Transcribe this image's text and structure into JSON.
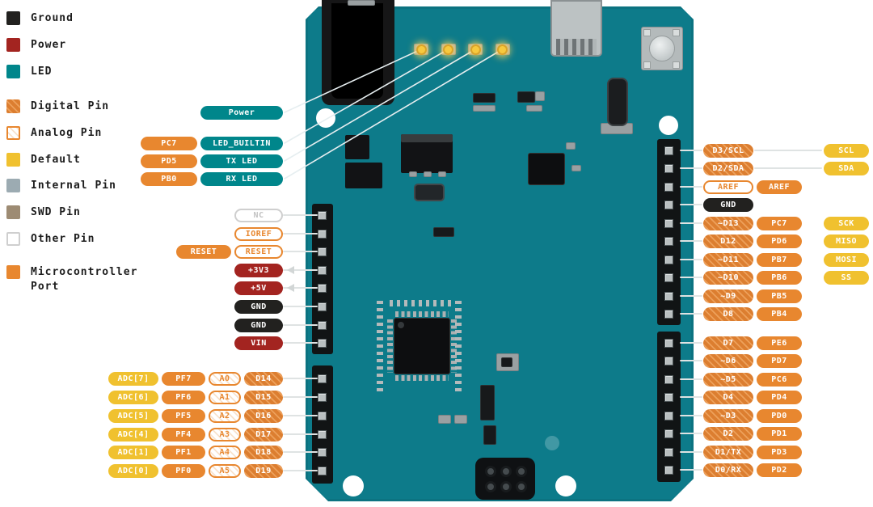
{
  "colors": {
    "board_teal": "#0d7b8a",
    "ground": "#22211f",
    "power": "#a32420",
    "led": "#00868b",
    "digital_orange": "#dc7e30",
    "mcu_port_orange": "#e8872f",
    "default_yellow": "#f0c12f",
    "internal_gray": "#9cabb2",
    "swd_brown": "#9d8b73",
    "leader_line": "#dfe3e3"
  },
  "legend": {
    "items": [
      {
        "label": "Ground",
        "type": "ground"
      },
      {
        "label": "Power",
        "type": "power"
      },
      {
        "label": "LED",
        "type": "led"
      },
      {
        "label": "Digital Pin",
        "type": "digital"
      },
      {
        "label": "Analog Pin",
        "type": "analog"
      },
      {
        "label": "Default",
        "type": "default"
      },
      {
        "label": "Internal Pin",
        "type": "internal"
      },
      {
        "label": "SWD Pin",
        "type": "swd"
      },
      {
        "label": "Other Pin",
        "type": "other"
      },
      {
        "label": "Microcontroller Port",
        "type": "mcu"
      }
    ]
  },
  "pin_groups": {
    "left_top": {
      "rows": [
        {
          "cells": [
            {
              "text": "Power",
              "type": "led"
            }
          ]
        },
        {
          "cells": [
            {
              "text": "PC7",
              "type": "mcu"
            },
            {
              "text": "LED_BUILTIN",
              "type": "led"
            }
          ]
        },
        {
          "cells": [
            {
              "text": "PD5",
              "type": "mcu"
            },
            {
              "text": "TX LED",
              "type": "led"
            }
          ]
        },
        {
          "cells": [
            {
              "text": "PB0",
              "type": "mcu"
            },
            {
              "text": "RX LED",
              "type": "led"
            }
          ]
        }
      ]
    },
    "left_mid": {
      "rows": [
        {
          "cells": [
            {
              "text": "NC",
              "type": "nc"
            }
          ]
        },
        {
          "cells": [
            {
              "text": "IOREF",
              "type": "outline"
            }
          ]
        },
        {
          "cells": [
            {
              "text": "RESET",
              "type": "mcu"
            },
            {
              "text": "RESET",
              "type": "outline"
            }
          ]
        },
        {
          "cells": [
            {
              "text": "+3V3",
              "type": "power"
            }
          ]
        },
        {
          "cells": [
            {
              "text": "+5V",
              "type": "power"
            }
          ]
        },
        {
          "cells": [
            {
              "text": "GND",
              "type": "ground"
            }
          ]
        },
        {
          "cells": [
            {
              "text": "GND",
              "type": "ground"
            }
          ]
        },
        {
          "cells": [
            {
              "text": "VIN",
              "type": "power"
            }
          ]
        }
      ]
    },
    "left_adc": {
      "rows": [
        {
          "cells": [
            {
              "text": "ADC[7]",
              "type": "default"
            },
            {
              "text": "PF7",
              "type": "mcu"
            },
            {
              "text": "A0",
              "type": "analog"
            },
            {
              "text": "D14",
              "type": "digital"
            }
          ]
        },
        {
          "cells": [
            {
              "text": "ADC[6]",
              "type": "default"
            },
            {
              "text": "PF6",
              "type": "mcu"
            },
            {
              "text": "A1",
              "type": "analog"
            },
            {
              "text": "D15",
              "type": "digital"
            }
          ]
        },
        {
          "cells": [
            {
              "text": "ADC[5]",
              "type": "default"
            },
            {
              "text": "PF5",
              "type": "mcu"
            },
            {
              "text": "A2",
              "type": "analog"
            },
            {
              "text": "D16",
              "type": "digital"
            }
          ]
        },
        {
          "cells": [
            {
              "text": "ADC[4]",
              "type": "default"
            },
            {
              "text": "PF4",
              "type": "mcu"
            },
            {
              "text": "A3",
              "type": "analog"
            },
            {
              "text": "D17",
              "type": "digital"
            }
          ]
        },
        {
          "cells": [
            {
              "text": "ADC[1]",
              "type": "default"
            },
            {
              "text": "PF1",
              "type": "mcu"
            },
            {
              "text": "A4",
              "type": "analog"
            },
            {
              "text": "D18",
              "type": "digital"
            }
          ]
        },
        {
          "cells": [
            {
              "text": "ADC[0]",
              "type": "default"
            },
            {
              "text": "PF0",
              "type": "mcu"
            },
            {
              "text": "A5",
              "type": "analog"
            },
            {
              "text": "D19",
              "type": "digital"
            }
          ]
        }
      ]
    },
    "right_top": {
      "rows": [
        {
          "cells": [
            {
              "text": "D3/SCL",
              "type": "digital"
            }
          ],
          "far": {
            "text": "SCL",
            "type": "default"
          }
        },
        {
          "cells": [
            {
              "text": "D2/SDA",
              "type": "digital"
            }
          ],
          "far": {
            "text": "SDA",
            "type": "default"
          }
        },
        {
          "cells": [
            {
              "text": "AREF",
              "type": "outline"
            },
            {
              "text": "AREF",
              "type": "mcu"
            }
          ]
        },
        {
          "cells": [
            {
              "text": "GND",
              "type": "ground"
            }
          ]
        },
        {
          "cells": [
            {
              "text": "~D13",
              "type": "digital"
            },
            {
              "text": "PC7",
              "type": "mcu"
            }
          ],
          "far": {
            "text": "SCK",
            "type": "default"
          }
        },
        {
          "cells": [
            {
              "text": "D12",
              "type": "digital"
            },
            {
              "text": "PD6",
              "type": "mcu"
            }
          ],
          "far": {
            "text": "MISO",
            "type": "default"
          }
        },
        {
          "cells": [
            {
              "text": "~D11",
              "type": "digital"
            },
            {
              "text": "PB7",
              "type": "mcu"
            }
          ],
          "far": {
            "text": "MOSI",
            "type": "default"
          }
        },
        {
          "cells": [
            {
              "text": "~D10",
              "type": "digital"
            },
            {
              "text": "PB6",
              "type": "mcu"
            }
          ],
          "far": {
            "text": "SS",
            "type": "default"
          }
        },
        {
          "cells": [
            {
              "text": "~D9",
              "type": "digital"
            },
            {
              "text": "PB5",
              "type": "mcu"
            }
          ]
        },
        {
          "cells": [
            {
              "text": "D8",
              "type": "digital"
            },
            {
              "text": "PB4",
              "type": "mcu"
            }
          ]
        }
      ]
    },
    "right_bottom": {
      "rows": [
        {
          "cells": [
            {
              "text": "D7",
              "type": "digital"
            },
            {
              "text": "PE6",
              "type": "mcu"
            }
          ]
        },
        {
          "cells": [
            {
              "text": "~D6",
              "type": "digital"
            },
            {
              "text": "PD7",
              "type": "mcu"
            }
          ]
        },
        {
          "cells": [
            {
              "text": "~D5",
              "type": "digital"
            },
            {
              "text": "PC6",
              "type": "mcu"
            }
          ]
        },
        {
          "cells": [
            {
              "text": "D4",
              "type": "digital"
            },
            {
              "text": "PD4",
              "type": "mcu"
            }
          ]
        },
        {
          "cells": [
            {
              "text": "~D3",
              "type": "digital"
            },
            {
              "text": "PD0",
              "type": "mcu"
            }
          ]
        },
        {
          "cells": [
            {
              "text": "D2",
              "type": "digital"
            },
            {
              "text": "PD1",
              "type": "mcu"
            }
          ]
        },
        {
          "cells": [
            {
              "text": "D1/TX",
              "type": "digital"
            },
            {
              "text": "PD3",
              "type": "mcu"
            }
          ]
        },
        {
          "cells": [
            {
              "text": "D0/RX",
              "type": "digital"
            },
            {
              "text": "PD2",
              "type": "mcu"
            }
          ]
        }
      ]
    }
  }
}
